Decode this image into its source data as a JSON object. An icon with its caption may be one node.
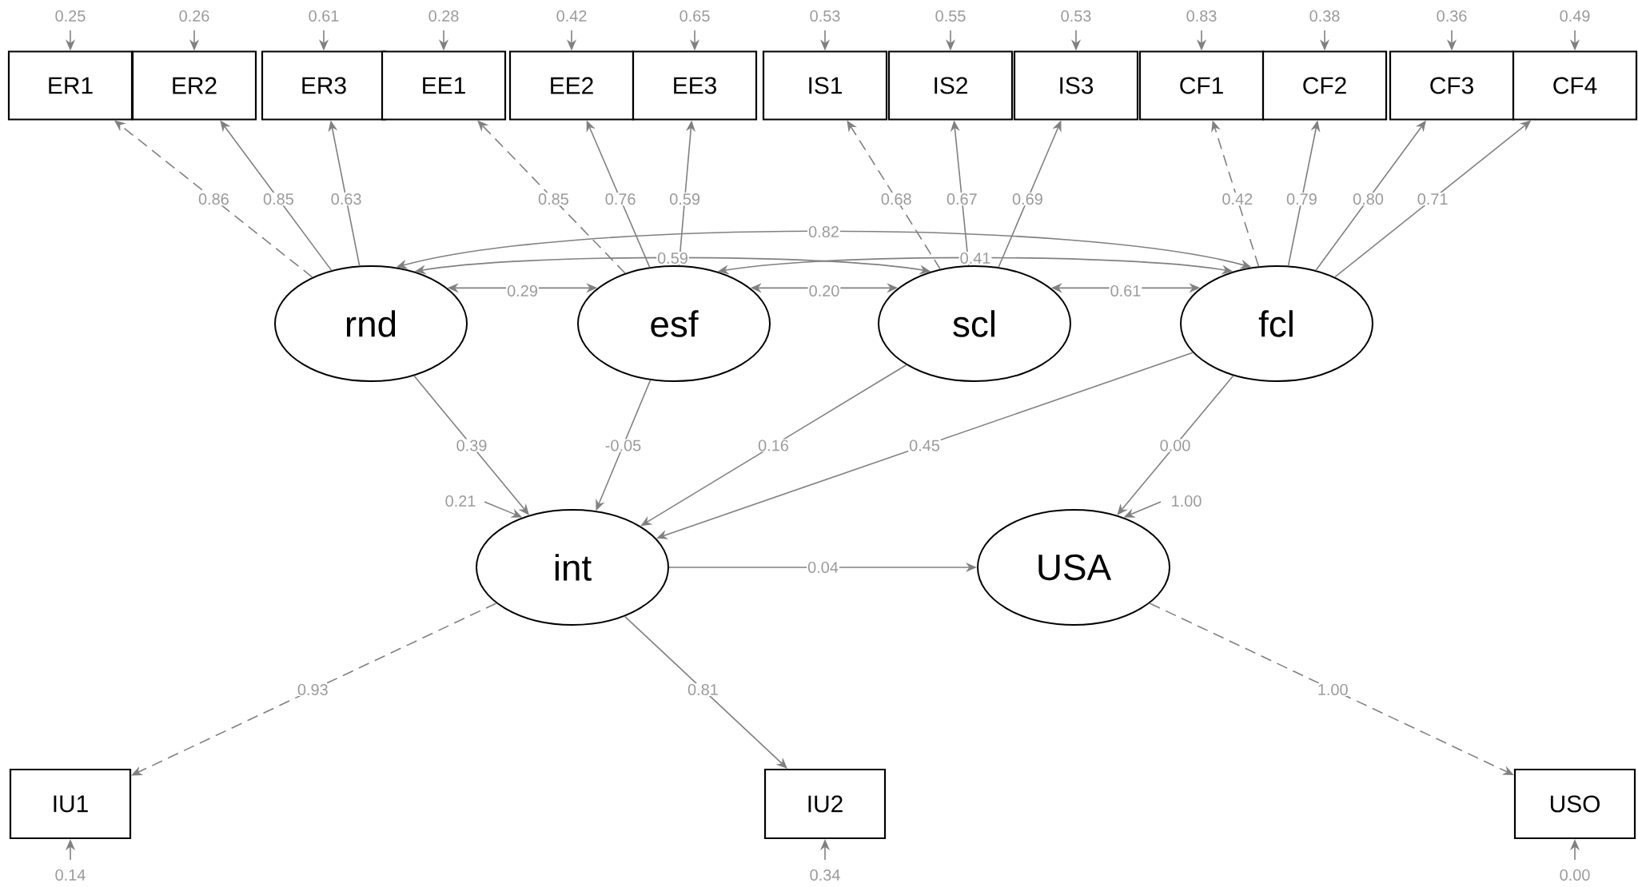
{
  "diagram": {
    "nodes": [
      {
        "text": [
          "ER1"
        ]
      },
      {
        "text": [
          "ER2"
        ]
      },
      {
        "text": [
          "ER3"
        ]
      },
      {
        "text": [
          "EE1"
        ]
      },
      {
        "text": [
          "EE2"
        ]
      },
      {
        "text": [
          "EE3"
        ]
      },
      {
        "text": [
          "IS1"
        ]
      },
      {
        "text": [
          "IS2"
        ]
      },
      {
        "text": [
          "IS3"
        ]
      },
      {
        "text": [
          "CF1"
        ]
      },
      {
        "text": [
          "CF2"
        ]
      },
      {
        "text": [
          "CF3"
        ]
      },
      {
        "text": [
          "CF4"
        ]
      },
      {
        "text": [
          "rnd"
        ]
      },
      {
        "text": [
          "esf"
        ]
      },
      {
        "text": [
          "scl"
        ]
      },
      {
        "text": [
          "fcl"
        ]
      },
      {
        "text": [
          "int"
        ]
      },
      {
        "text": [
          "USA"
        ]
      },
      {
        "text": [
          "IU1"
        ]
      },
      {
        "text": [
          "IU2"
        ]
      },
      {
        "text": [
          "USO"
        ]
      }
    ],
    "edges": [
      {
        "from": null,
        "to": 0,
        "arrow": "to",
        "label": "0.25"
      },
      {
        "from": null,
        "to": 1,
        "arrow": "to",
        "label": "0.26"
      },
      {
        "from": null,
        "to": 2,
        "arrow": "to",
        "label": "0.61"
      },
      {
        "from": null,
        "to": 3,
        "arrow": "to",
        "label": "0.28"
      },
      {
        "from": null,
        "to": 4,
        "arrow": "to",
        "label": "0.42"
      },
      {
        "from": null,
        "to": 5,
        "arrow": "to",
        "label": "0.65"
      },
      {
        "from": null,
        "to": 6,
        "arrow": "to",
        "label": "0.53"
      },
      {
        "from": null,
        "to": 7,
        "arrow": "to",
        "label": "0.55"
      },
      {
        "from": null,
        "to": 8,
        "arrow": "to",
        "label": "0.53"
      },
      {
        "from": null,
        "to": 9,
        "arrow": "to",
        "label": "0.83"
      },
      {
        "from": null,
        "to": 10,
        "arrow": "to",
        "label": "0.38"
      },
      {
        "from": null,
        "to": 11,
        "arrow": "to",
        "label": "0.36"
      },
      {
        "from": null,
        "to": 12,
        "arrow": "to",
        "label": "0.49"
      },
      {
        "from": 13,
        "to": 0,
        "arrow": "to",
        "label": "0.86",
        "style": "dashed"
      },
      {
        "from": 13,
        "to": 1,
        "arrow": "to",
        "label": "0.85"
      },
      {
        "from": 13,
        "to": 2,
        "arrow": "to",
        "label": "0.63"
      },
      {
        "from": 14,
        "to": 3,
        "arrow": "to",
        "label": "0.85",
        "style": "dashed"
      },
      {
        "from": 14,
        "to": 4,
        "arrow": "to",
        "label": "0.76"
      },
      {
        "from": 14,
        "to": 5,
        "arrow": "to",
        "label": "0.59"
      },
      {
        "from": 15,
        "to": 6,
        "arrow": "to",
        "label": "0.68",
        "style": "dashed"
      },
      {
        "from": 15,
        "to": 7,
        "arrow": "to",
        "label": "0.67"
      },
      {
        "from": 15,
        "to": 8,
        "arrow": "to",
        "label": "0.69"
      },
      {
        "from": 16,
        "to": 9,
        "arrow": "to",
        "label": "0.42",
        "style": "dashed"
      },
      {
        "from": 16,
        "to": 10,
        "arrow": "to",
        "label": "0.79"
      },
      {
        "from": 16,
        "to": 11,
        "arrow": "to",
        "label": "0.80"
      },
      {
        "from": 16,
        "to": 12,
        "arrow": "to",
        "label": "0.71"
      },
      {
        "from": 13,
        "to": 14,
        "arrow": "both",
        "label": "0.29"
      },
      {
        "from": 14,
        "to": 15,
        "arrow": "both",
        "label": "0.20"
      },
      {
        "from": 15,
        "to": 16,
        "arrow": "both",
        "label": "0.61"
      },
      {
        "from": 13,
        "to": 15,
        "arrow": "both",
        "label": "0.59"
      },
      {
        "from": 14,
        "to": 16,
        "arrow": "both",
        "label": "0.41"
      },
      {
        "from": 13,
        "to": 16,
        "arrow": "both",
        "label": "0.82"
      },
      {
        "from": 13,
        "to": 17,
        "arrow": "to",
        "label": "0.39"
      },
      {
        "from": 14,
        "to": 17,
        "arrow": "to",
        "label": "-0.05"
      },
      {
        "from": 15,
        "to": 17,
        "arrow": "to",
        "label": "0.16"
      },
      {
        "from": 16,
        "to": 17,
        "arrow": "to",
        "label": "0.45"
      },
      {
        "from": 16,
        "to": 18,
        "arrow": "to",
        "label": "0.00"
      },
      {
        "from": null,
        "to": 17,
        "arrow": "to",
        "label": "0.21"
      },
      {
        "from": null,
        "to": 18,
        "arrow": "to",
        "label": "1.00"
      },
      {
        "from": 17,
        "to": 18,
        "arrow": "to",
        "label": "0.04"
      },
      {
        "from": 17,
        "to": 19,
        "arrow": "to",
        "label": "0.93",
        "style": "dashed"
      },
      {
        "from": 17,
        "to": 20,
        "arrow": "to",
        "label": "0.81"
      },
      {
        "from": 18,
        "to": 21,
        "arrow": "to",
        "label": "1.00",
        "style": "dashed"
      },
      {
        "from": null,
        "to": 19,
        "arrow": "to",
        "label": "0.14"
      },
      {
        "from": null,
        "to": 20,
        "arrow": "to",
        "label": "0.34"
      },
      {
        "from": null,
        "to": 21,
        "arrow": "to",
        "label": "0.00"
      }
    ]
  }
}
